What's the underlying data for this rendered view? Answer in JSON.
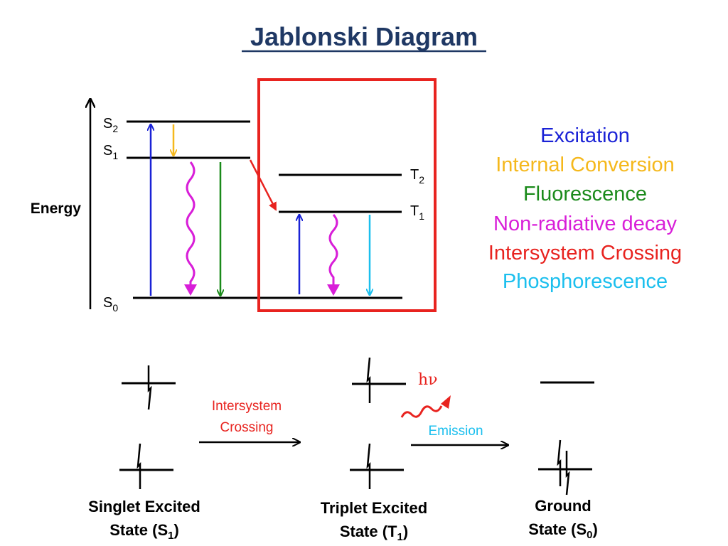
{
  "title": "Jablonski Diagram",
  "energy_axis": {
    "label": "Energy"
  },
  "levels": {
    "s2": {
      "base": "S",
      "sub": "2"
    },
    "s1": {
      "base": "S",
      "sub": "1"
    },
    "s0": {
      "base": "S",
      "sub": "0"
    },
    "t2": {
      "base": "T",
      "sub": "2"
    },
    "t1": {
      "base": "T",
      "sub": "1"
    }
  },
  "legend": [
    {
      "label": "Excitation",
      "color": "#1a22d6"
    },
    {
      "label": "Internal Conversion",
      "color": "#f5b81c"
    },
    {
      "label": "Fluorescence",
      "color": "#1a8a1a"
    },
    {
      "label": "Non-radiative decay",
      "color": "#d81ed8"
    },
    {
      "label": "Intersystem Crossing",
      "color": "#e8231f"
    },
    {
      "label": "Phosphorescence",
      "color": "#1bbfee"
    }
  ],
  "bottom": {
    "isc_label_line1": "Intersystem",
    "isc_label_line2": "Crossing",
    "hv_label": "hν",
    "emission_label": "Emission",
    "states": [
      {
        "line1": "Singlet Excited",
        "line2_prefix": "State (S",
        "line2_sub": "1",
        "line2_suffix": ")"
      },
      {
        "line1": "Triplet Excited",
        "line2_prefix": "State (T",
        "line2_sub": "1",
        "line2_suffix": ")"
      },
      {
        "line1": "Ground",
        "line2_prefix": "State (S",
        "line2_sub": "0",
        "line2_suffix": ")"
      }
    ]
  }
}
